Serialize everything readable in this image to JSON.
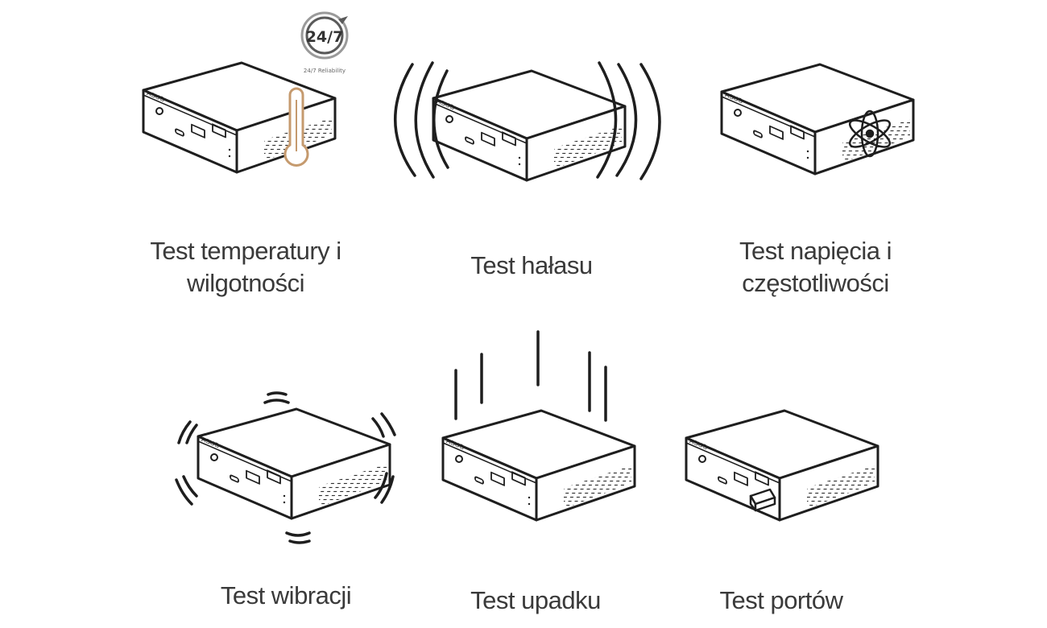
{
  "badge": {
    "main": "24/7",
    "sub": "24/7 Reliability"
  },
  "tests": [
    {
      "lines": [
        "Test temperatury i",
        "wilgotności"
      ]
    },
    {
      "lines": [
        "Test hałasu"
      ]
    },
    {
      "lines": [
        "Test napięcia i",
        "częstotliwości"
      ]
    },
    {
      "lines": [
        "Test wibracji"
      ]
    },
    {
      "lines": [
        "Test upadku"
      ]
    },
    {
      "lines": [
        "Test portów"
      ]
    }
  ],
  "device": {
    "brand": "ASUS"
  },
  "colors": {
    "line": "#1e1e1e",
    "thermometer": "#c59a6e",
    "text": "#3a3a3a"
  }
}
